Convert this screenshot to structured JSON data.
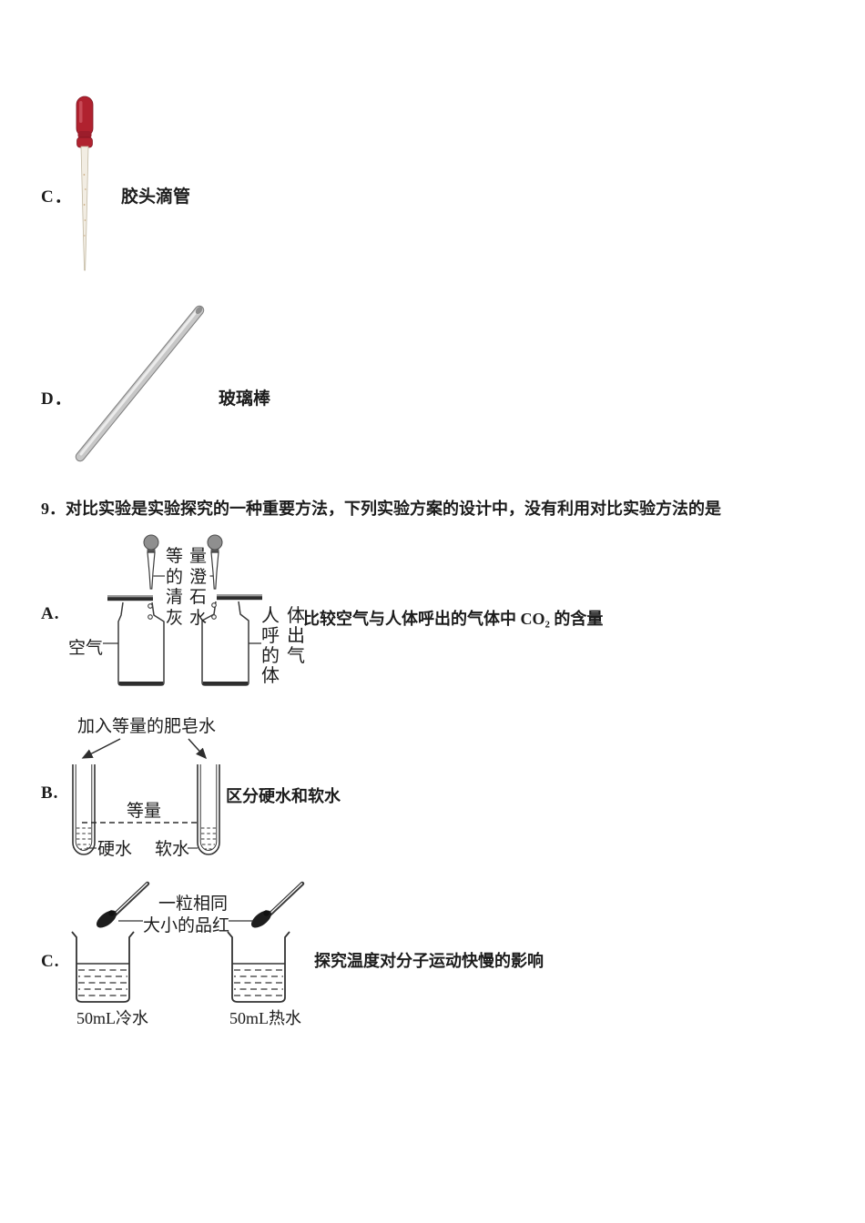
{
  "page": {
    "background": "#ffffff",
    "ink": "#1c1c1c"
  },
  "colors": {
    "dropper_bulb_red": "#b0222f",
    "glass_rod_gray": "#c7c7c7",
    "line_art": "#2e2e2e"
  },
  "prev_options": {
    "c": {
      "letter": "C．",
      "label": "胶头滴管"
    },
    "d": {
      "letter": "D．",
      "label": "玻璃棒"
    }
  },
  "question": {
    "number_and_text": "9．对比实验是实验探究的一种重要方法，下列实验方案的设计中，没有利用对比实验方法的是"
  },
  "option_a": {
    "letter": "A.",
    "description": "比较空气与人体呼出的气体中 CO₂ 的含量",
    "labels": {
      "left_bottle": "空气",
      "reagent_rows": [
        "等量",
        "的澄",
        "清石",
        "灰水"
      ],
      "right_bottle_rows": [
        "人体",
        "呼出",
        "的气",
        "体"
      ]
    }
  },
  "option_b": {
    "letter": "B.",
    "description": "区分硬水和软水",
    "labels": {
      "soap_note": "加入等量的肥皂水",
      "equal_note": "等量",
      "left_tube": "硬水",
      "right_tube": "软水"
    }
  },
  "option_c": {
    "letter": "C.",
    "description": "探究温度对分子运动快慢的影响",
    "labels": {
      "particle_note_line1": "一粒相同",
      "particle_note_line2": "大小的品红",
      "left_beaker": "50mL冷水",
      "right_beaker": "50mL热水"
    }
  }
}
